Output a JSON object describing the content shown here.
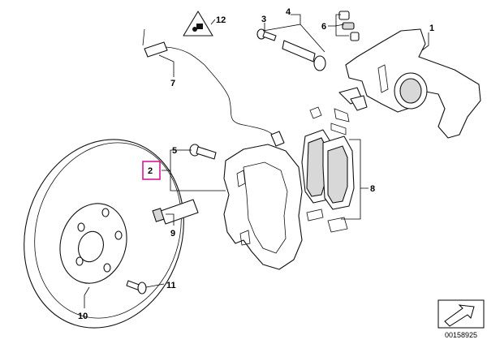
{
  "diagram": {
    "highlight_color": "#d6198f",
    "callouts": [
      {
        "id": "1",
        "label": "1"
      },
      {
        "id": "2",
        "label": "2",
        "highlighted": true
      },
      {
        "id": "3",
        "label": "3"
      },
      {
        "id": "4",
        "label": "4"
      },
      {
        "id": "5",
        "label": "5"
      },
      {
        "id": "6",
        "label": "6"
      },
      {
        "id": "7",
        "label": "7"
      },
      {
        "id": "8",
        "label": "8"
      },
      {
        "id": "9",
        "label": "9"
      },
      {
        "id": "10",
        "label": "10"
      },
      {
        "id": "11",
        "label": "11"
      },
      {
        "id": "12",
        "label": "12"
      }
    ],
    "document_number": "00158925",
    "icons": [
      "warning-triangle-icon",
      "direction-arrow-icon"
    ]
  }
}
